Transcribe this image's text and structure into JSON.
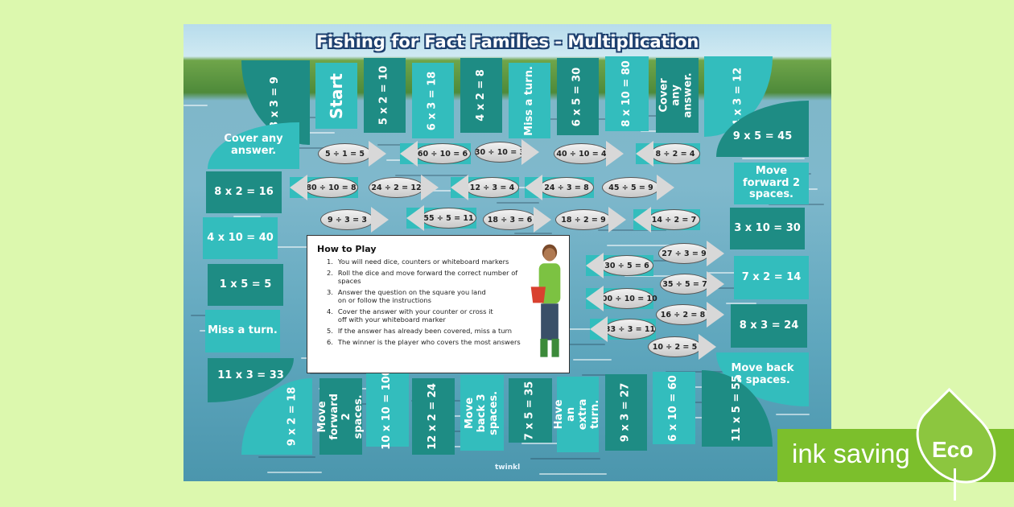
{
  "title": "Fishing for Fact Families - Multiplication",
  "top": [
    "3 x 3 = 9",
    "Start",
    "5 x 2 = 10",
    "6 x 3 = 18",
    "4 x 2 = 8",
    "Miss a turn.",
    "6 x 5 = 30",
    "8 x 10 = 80",
    "Cover any answer.",
    "4 x 3 = 12"
  ],
  "right": [
    "9 x 5 = 45",
    "Move forward 2 spaces.",
    "3 x 10 = 30",
    "7 x 2 = 14",
    "8 x 3 = 24",
    "Move back 3 spaces.",
    "11 x 5 = 55"
  ],
  "bottom": [
    "6 x 10 = 60",
    "9 x 3 = 27",
    "Have an extra turn.",
    "7 x 5 = 35",
    "Move back 3 spaces.",
    "12 x 2 = 24",
    "10 x 10 = 100",
    "Move forward 2 spaces.",
    "9 x 2 = 18",
    "11 x 3 = 33"
  ],
  "left": [
    "Miss a turn.",
    "1 x 5 = 5",
    "4 x 10 = 40",
    "8 x 2 = 16",
    "Cover any answer."
  ],
  "fish": [
    {
      "text": "5 ÷ 1 = 5",
      "facing": "left"
    },
    {
      "text": "60 ÷ 10 = 6",
      "facing": "right"
    },
    {
      "text": "30 ÷ 10 = 3",
      "facing": "left"
    },
    {
      "text": "40 ÷ 10 = 4",
      "facing": "left"
    },
    {
      "text": "8 ÷ 2 = 4",
      "facing": "right"
    },
    {
      "text": "80 ÷ 10 = 8",
      "facing": "right"
    },
    {
      "text": "24 ÷ 2 = 12",
      "facing": "left"
    },
    {
      "text": "12 ÷ 3 = 4",
      "facing": "right"
    },
    {
      "text": "24 ÷ 3 = 8",
      "facing": "right"
    },
    {
      "text": "45 ÷ 5 = 9",
      "facing": "left"
    },
    {
      "text": "9 ÷ 3 = 3",
      "facing": "left"
    },
    {
      "text": "55 ÷ 5 = 11",
      "facing": "right"
    },
    {
      "text": "18 ÷ 3 = 6",
      "facing": "left"
    },
    {
      "text": "18 ÷ 2 = 9",
      "facing": "left"
    },
    {
      "text": "14 ÷ 2 = 7",
      "facing": "right"
    },
    {
      "text": "27 ÷ 3 = 9",
      "facing": "left"
    },
    {
      "text": "30 ÷ 5 = 6",
      "facing": "right"
    },
    {
      "text": "35 ÷ 5 = 7",
      "facing": "left"
    },
    {
      "text": "100 ÷ 10 = 10",
      "facing": "right"
    },
    {
      "text": "16 ÷ 2 = 8",
      "facing": "left"
    },
    {
      "text": "33 ÷ 3 = 11",
      "facing": "right"
    },
    {
      "text": "10 ÷ 2 = 5",
      "facing": "left"
    }
  ],
  "how_to_play": {
    "heading": "How to Play",
    "steps": [
      {
        "n": "1.",
        "text": "You will need dice, counters or whiteboard markers"
      },
      {
        "n": "2.",
        "text": "Roll the dice and move forward the correct number of spaces"
      },
      {
        "n": "3.",
        "text": "Answer the question on the square you land on or follow the instructions"
      },
      {
        "n": "4.",
        "text": "Cover the answer with your counter or cross it off with your whiteboard marker"
      },
      {
        "n": "5.",
        "text": "If the answer has already been covered, miss a turn"
      },
      {
        "n": "6.",
        "text": "The winner is the player who covers the most answers"
      }
    ]
  },
  "logo": "twinkl",
  "badge": {
    "text": "ink saving",
    "label": "Eco"
  },
  "colors": {
    "dark_tile": "#1e8c84",
    "light_tile": "#33bdbd",
    "background": "#dcf8ae",
    "eco": "#7cbf2c"
  }
}
